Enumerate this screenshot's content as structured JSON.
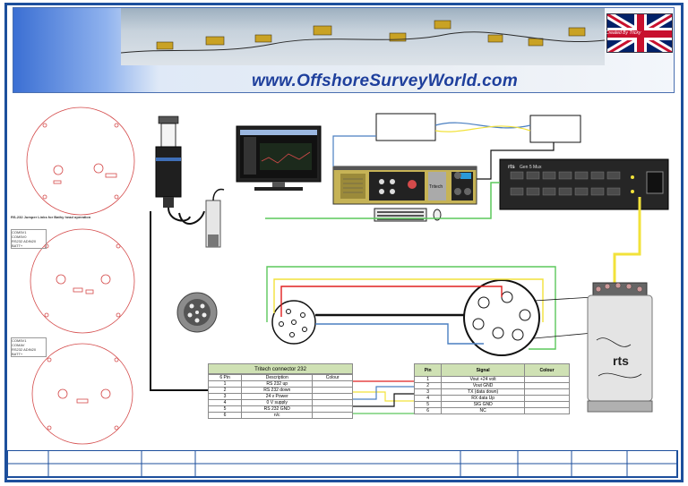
{
  "banner": {
    "site": "www.OffshoreSurveyWorld.com",
    "flag_tag": "Created By Tricky"
  },
  "notes": {
    "jumper": "RS-232 Jumper Links for Bathy head operation",
    "note_a": "COM5V1\nCOM5V0\nRS232 ADIN20\nBATT+",
    "note_b": "COM5V1\nCOMAV\nRS232 ADIN20\nBATT+"
  },
  "labels": {
    "tritech": "Tritech",
    "rts_brand": "rts",
    "gen5": "Gen 5 Mux"
  },
  "tritech_table": {
    "title": "Tritech connector 232",
    "columns": [
      "6 Pin",
      "Description",
      "Colour"
    ],
    "rows": [
      [
        "1",
        "RS 232 up",
        ""
      ],
      [
        "2",
        "RS 232 down",
        ""
      ],
      [
        "3",
        "24 v Power",
        ""
      ],
      [
        "4",
        "0 V supply",
        ""
      ],
      [
        "5",
        "RS 232 GND",
        ""
      ],
      [
        "6",
        "n/c",
        ""
      ]
    ]
  },
  "signal_table": {
    "columns": [
      "Pin",
      "Signal",
      "Colour"
    ],
    "rows": [
      [
        "1",
        "Vout +24 volt",
        ""
      ],
      [
        "2",
        "Vout GND",
        ""
      ],
      [
        "3",
        "TX (data down)",
        ""
      ],
      [
        "4",
        "RX data Up",
        ""
      ],
      [
        "5",
        "SIG GND",
        ""
      ],
      [
        "6",
        "NC",
        ""
      ]
    ]
  },
  "colors": {
    "frame": "#1d4f9c",
    "wire_black": "#111111",
    "wire_green": "#5cc85c",
    "wire_yellow": "#f2e23a",
    "wire_red": "#e02020",
    "wire_blue": "#4a7fc1",
    "plate": "#d44a4a",
    "table_head": "#cfe1b4"
  }
}
